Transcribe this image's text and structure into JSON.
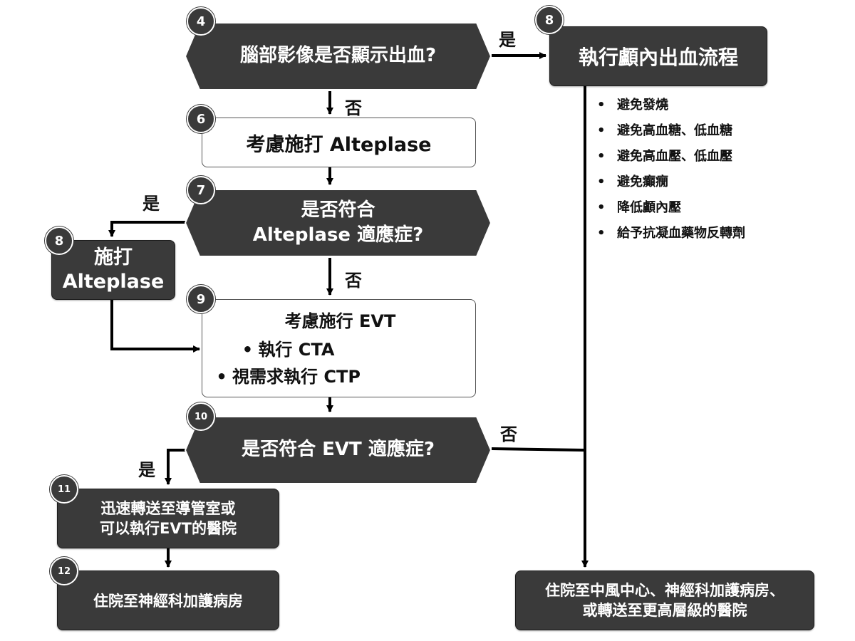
{
  "nodes": {
    "hemorrhage_question": {
      "badge": "4",
      "text": "腦部影像是否顯示出血?"
    },
    "ich_protocol": {
      "badge": "8",
      "text": "執行顱內出血流程"
    },
    "consider_alteplase": {
      "badge": "6",
      "text": "考慮施打 Alteplase"
    },
    "alteplase_indication": {
      "badge": "7",
      "line1": "是否符合",
      "line2": "Alteplase 適應症?"
    },
    "give_alteplase": {
      "badge": "8",
      "line1": "施打",
      "line2": "Alteplase"
    },
    "consider_evt": {
      "badge": "9",
      "title": "考慮施行 EVT",
      "items": [
        "執行 CTA",
        "視需求執行 CTP"
      ]
    },
    "evt_indication": {
      "badge": "10",
      "text": "是否符合 EVT 適應症?"
    },
    "transfer_cath_lab": {
      "badge": "11",
      "line1": "迅速轉送至導管室或",
      "line2": "可以執行EVT的醫院"
    },
    "neuro_icu": {
      "badge": "12",
      "text": "住院至神經科加護病房"
    },
    "stroke_center": {
      "line1": "住院至中風中心、神經科加護病房、",
      "line2": "或轉送至更高層級的醫院"
    }
  },
  "ich_measures": [
    "避免發燒",
    "避免高血糖、低血糖",
    "避免高血壓、低血壓",
    "避免癲癇",
    "降低顱內壓",
    "給予抗凝血藥物反轉劑"
  ],
  "bullet_symbol": "•",
  "edge_labels": {
    "hemorrhage_yes": "是",
    "hemorrhage_no": "否",
    "alteplase_yes": "是",
    "alteplase_no": "否",
    "evt_yes": "是",
    "evt_no": "否"
  },
  "colors": {
    "dark_fill": "#3a3a3a",
    "line": "#000000",
    "background": "#ffffff"
  }
}
